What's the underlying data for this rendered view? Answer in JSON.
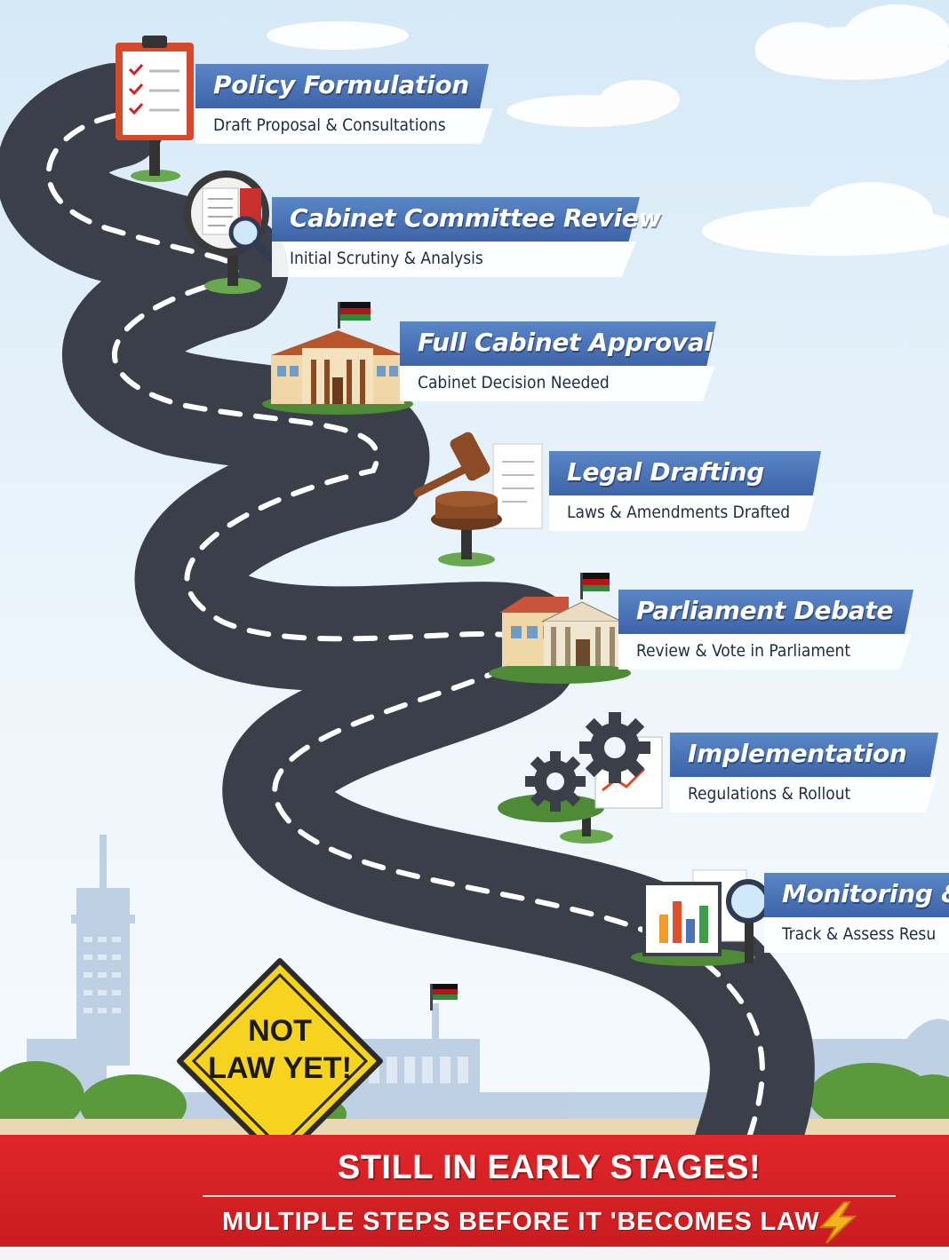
{
  "stages": [
    {
      "title": "Policy Formulation",
      "subtitle": "Draft Proposal & Consultations",
      "icon": "clipboard-checklist-icon"
    },
    {
      "title": "Cabinet Committee Review",
      "subtitle": "Initial Scrutiny & Analysis",
      "icon": "magnifier-document-icon"
    },
    {
      "title": "Full Cabinet Approval",
      "subtitle": "Cabinet Decision Needed",
      "icon": "government-building-icon"
    },
    {
      "title": "Legal Drafting",
      "subtitle": "Laws & Amendments Drafted",
      "icon": "gavel-icon"
    },
    {
      "title": "Parliament Debate",
      "subtitle": "Review & Vote in Parliament",
      "icon": "parliament-building-icon"
    },
    {
      "title": "Implementation",
      "subtitle": "Regulations & Rollout",
      "icon": "gears-icon"
    },
    {
      "title": "Monitoring & E",
      "subtitle": "Track & Assess Resu",
      "icon": "bar-chart-magnifier-icon"
    }
  ],
  "sign": {
    "line1": "NOT",
    "line2": "LAW YET!"
  },
  "footer": {
    "headline": "STILL IN EARLY STAGES!",
    "subline": "MULTIPLE STEPS BEFORE IT 'BECOMES LAW"
  },
  "colors": {
    "banner_blue": "#4a74b8",
    "footer_red": "#d92226",
    "sign_yellow": "#f6d31f",
    "road": "#3b3f4a"
  }
}
